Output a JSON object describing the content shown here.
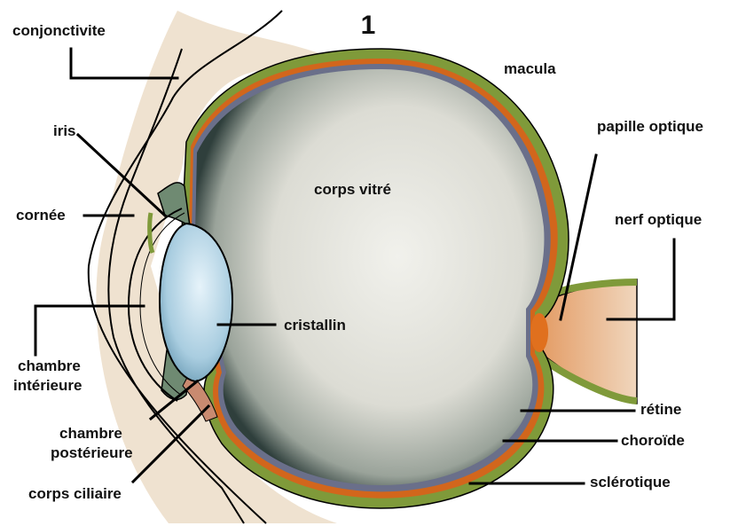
{
  "figure_number": "1",
  "labels": {
    "conjonctivite": "conjonctivite",
    "iris": "iris",
    "cornee": "cornée",
    "chambre_interieure_1": "chambre",
    "chambre_interieure_2": "intérieure",
    "chambre_posterieure_1": "chambre",
    "chambre_posterieure_2": "postérieure",
    "corps_ciliaire": "corps ciliaire",
    "macula": "macula",
    "papille_optique": "papille optique",
    "corps_vitre": "corps vitré",
    "nerf_optique": "nerf optique",
    "cristallin": "cristallin",
    "retine": "rétine",
    "choroide": "choroïde",
    "sclerotique": "sclérotique"
  },
  "colors": {
    "sclera": "#7f9a3a",
    "choroid": "#d2661c",
    "retina": "#6a6f8a",
    "vitreous": "#dcdcd6",
    "lens": "#a9cde0",
    "skin": "#efe2d0",
    "nerve": "#e3b48a"
  }
}
